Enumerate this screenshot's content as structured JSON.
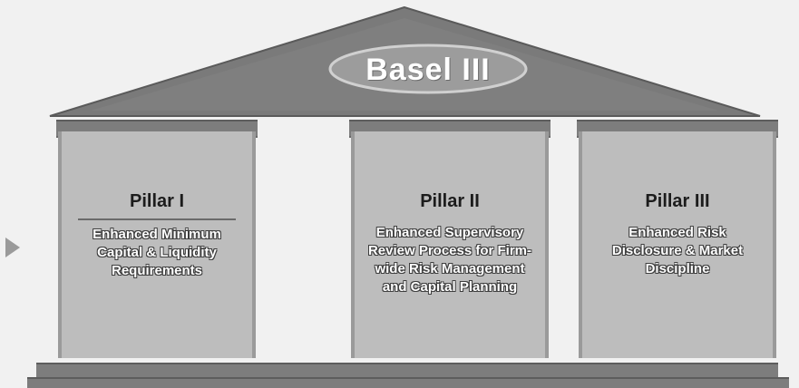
{
  "roof": {
    "title": "Basel III"
  },
  "pillars": [
    {
      "title": "Pillar I",
      "body": "Enhanced Minimum Capital & Liquidity Requirements"
    },
    {
      "title": "Pillar II",
      "body": "Enhanced Supervisory Review Process for Firm-wide Risk Management and Capital Planning"
    },
    {
      "title": "Pillar III",
      "body": "Enhanced Risk Disclosure & Market Discipline"
    }
  ],
  "colors": {
    "roof": "#7a7a7a",
    "roof_dark": "#606060",
    "oval": "#9c9c9c",
    "pillar": "#bdbdbd",
    "beam": "#7d7d7d"
  }
}
